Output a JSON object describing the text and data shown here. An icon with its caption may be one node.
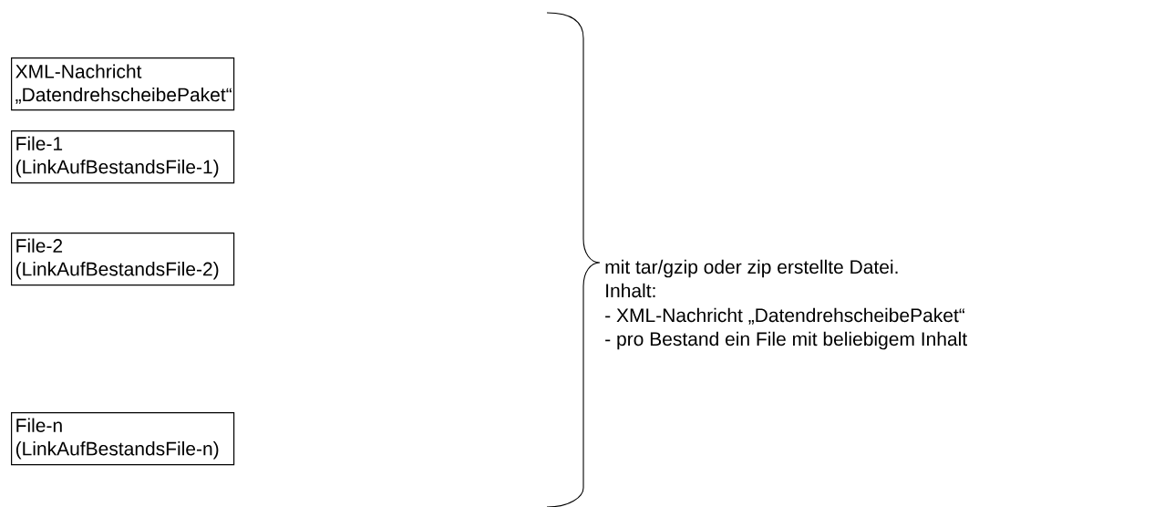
{
  "diagram": {
    "nodes": [
      {
        "text": [
          "XML-Nachricht „DatendrehscheibePaket“"
        ]
      },
      {
        "text": [
          "File-1 (LinkAufBestandsFile-1)"
        ]
      },
      {
        "text": [
          "File-2 (LinkAufBestandsFile-2)"
        ]
      },
      {
        "text": [
          "File-n (LinkAufBestandsFile-n)"
        ]
      }
    ],
    "labels": [
      "mit tar/gzip oder zip erstellte Datei.",
      "Inhalt:",
      "- XML-Nachricht „DatendrehscheibePaket“",
      "- pro Bestand ein File mit beliebigem Inhalt"
    ]
  }
}
